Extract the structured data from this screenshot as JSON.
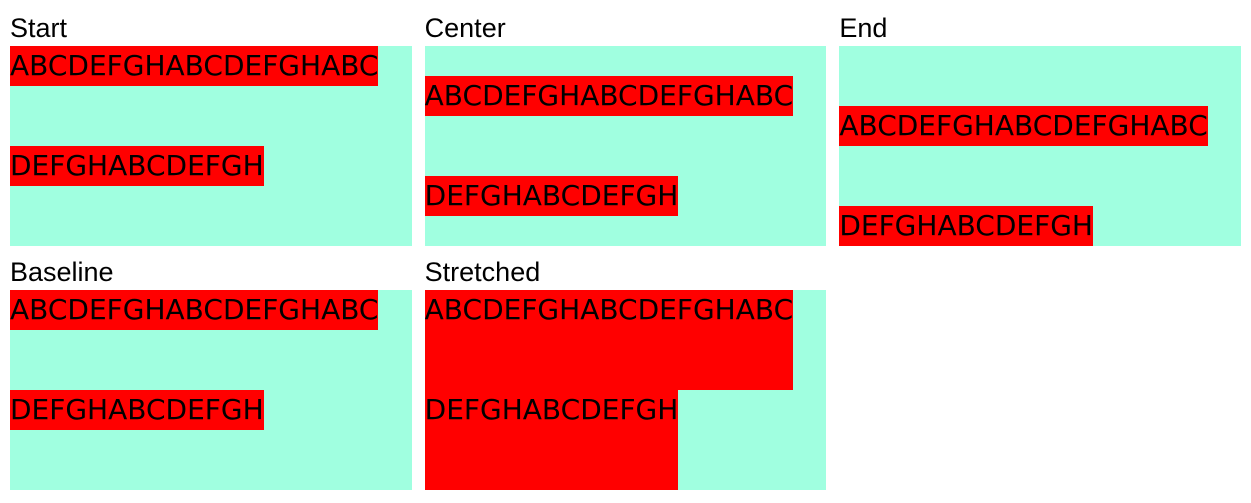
{
  "colors": {
    "page_background": "#ffffff",
    "container_background": "#a0ffe0",
    "item_background": "#ff0000",
    "text": "#000000"
  },
  "panels": [
    {
      "title": "Start",
      "align": "flex-start",
      "items": [
        "ABCDEFGHABCDEFGHABC",
        "DEFGHABCDEFGH"
      ]
    },
    {
      "title": "Center",
      "align": "center",
      "items": [
        "ABCDEFGHABCDEFGHABC",
        "DEFGHABCDEFGH"
      ]
    },
    {
      "title": "End",
      "align": "flex-end",
      "items": [
        "ABCDEFGHABCDEFGHABC",
        "DEFGHABCDEFGH"
      ]
    },
    {
      "title": "Baseline",
      "align": "baseline",
      "items": [
        "ABCDEFGHABCDEFGHABC",
        "DEFGHABCDEFGH"
      ]
    },
    {
      "title": "Stretched",
      "align": "stretch",
      "items": [
        "ABCDEFGHABCDEFGHABC",
        "DEFGHABCDEFGH"
      ]
    }
  ]
}
